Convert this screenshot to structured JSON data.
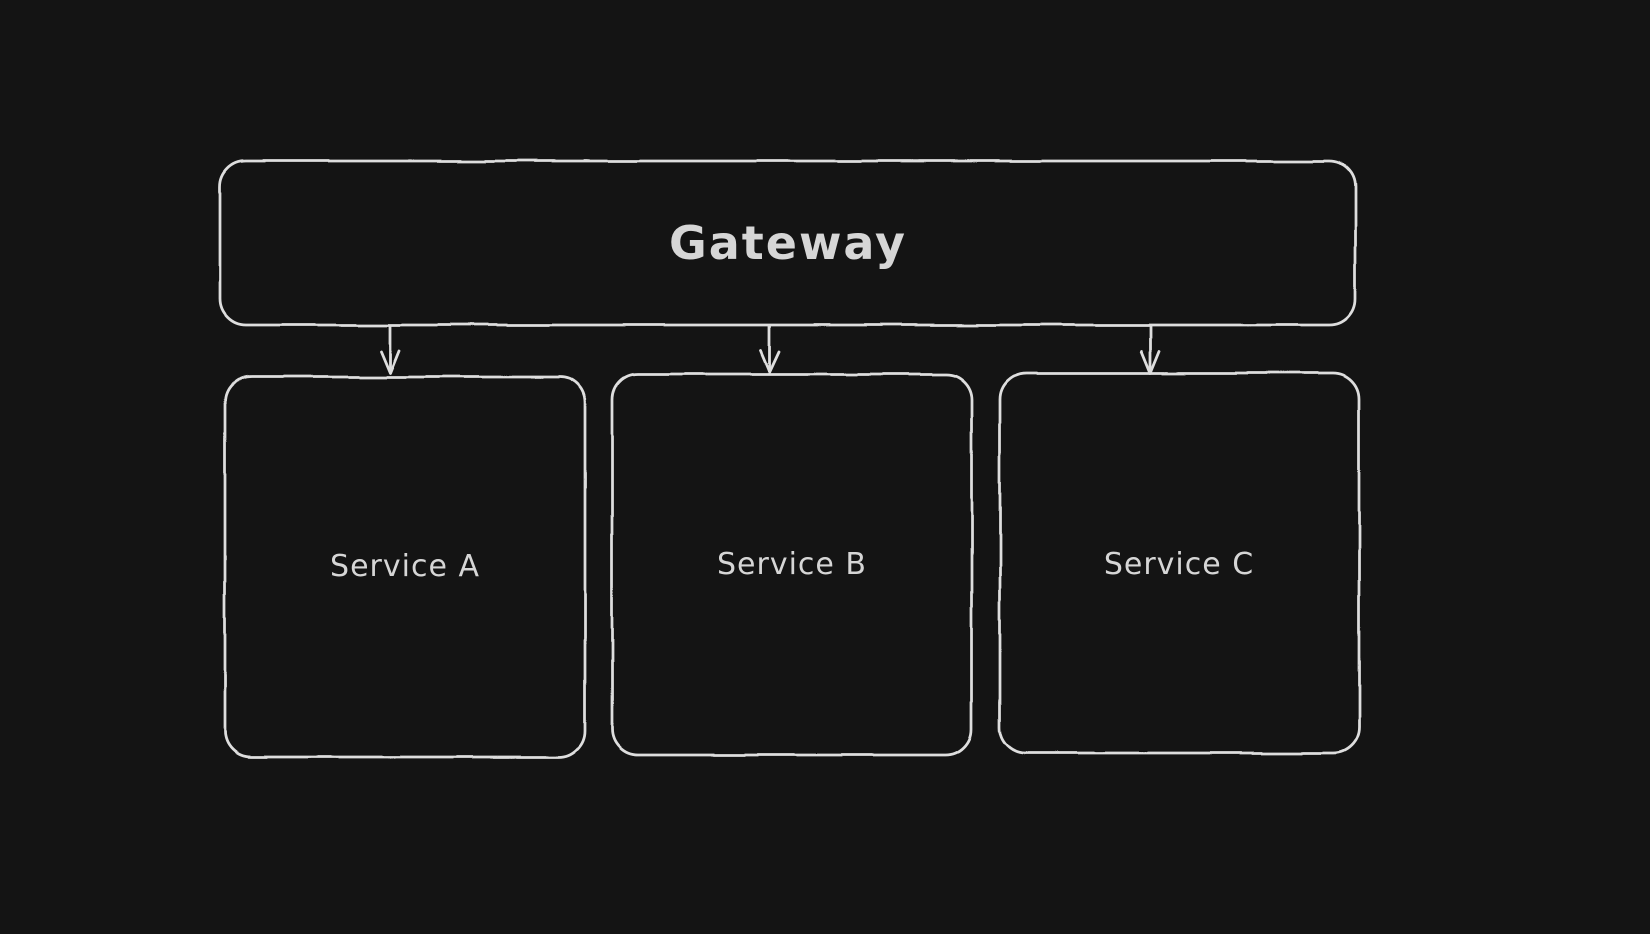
{
  "colors": {
    "background": "#141414",
    "stroke": "#dedede",
    "text": "#d6d6d6"
  },
  "diagram": {
    "nodes": {
      "gateway": {
        "label": "Gateway"
      },
      "service_a": {
        "label": "Service A"
      },
      "service_b": {
        "label": "Service B"
      },
      "service_c": {
        "label": "Service C"
      }
    },
    "edges": [
      {
        "from": "gateway",
        "to": "service_a"
      },
      {
        "from": "gateway",
        "to": "service_b"
      },
      {
        "from": "gateway",
        "to": "service_c"
      }
    ]
  }
}
